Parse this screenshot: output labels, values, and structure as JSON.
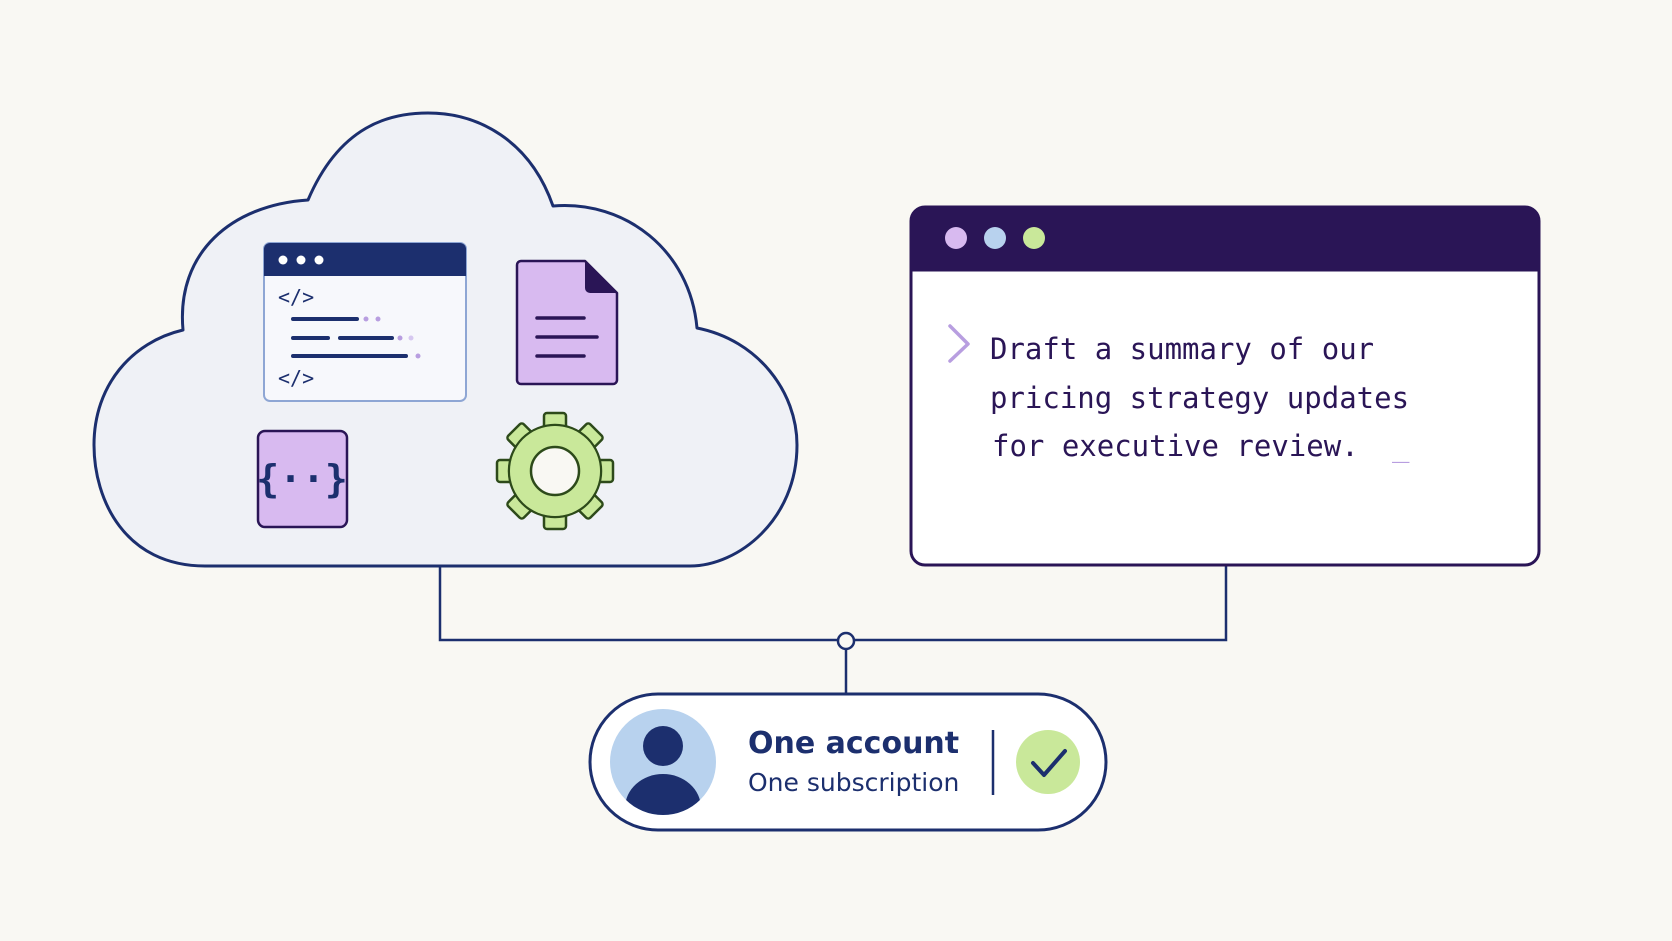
{
  "prompt_window": {
    "lines": [
      "Draft a summary of our",
      "pricing strategy updates",
      "for executive review."
    ],
    "cursor": "_"
  },
  "code_window": {
    "tag_open": "</>",
    "tag_close": "</>"
  },
  "json_tile": {
    "glyph": "{··}"
  },
  "account_pill": {
    "title": "One account",
    "subtitle": "One subscription"
  },
  "icons": {
    "cloud": "cloud-icon",
    "code": "code-window-icon",
    "document": "document-icon",
    "json": "json-braces-icon",
    "gear": "gear-icon",
    "prompt": "chevron-right-icon",
    "avatar": "user-avatar-icon",
    "check": "checkmark-icon"
  },
  "colors": {
    "background": "#f9f8f3",
    "navy": "#1c2f6e",
    "purple_dark": "#2a1556",
    "lavender": "#d8baf0",
    "lime": "#c9e89a",
    "light_blue": "#b8d2ee",
    "cloud_fill": "#eff1f6"
  }
}
